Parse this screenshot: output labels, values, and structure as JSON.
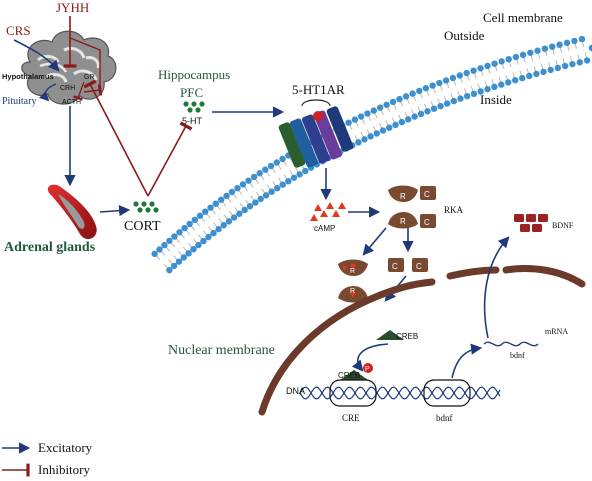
{
  "labels": {
    "jyhh": "JYHH",
    "crs": "CRS",
    "hypothalamus": "Hypothalamus",
    "crh": "CRH",
    "gr": "GR",
    "pituitary": "Pituitary",
    "acth": "ACTH",
    "hippocampus": "Hippocampus",
    "pfc": "PFC",
    "serotonin": "5-HT",
    "cort": "CORT",
    "adrenal": "Adrenal glands",
    "receptor": "5-HT1AR",
    "cell_membrane": "Cell membrane",
    "outside": "Outside",
    "inside": "Inside",
    "camp": "cAMP",
    "pka": "RKA",
    "r": "R",
    "c": "C",
    "bdnf_protein": "BDNF",
    "nuclear_membrane": "Nuclear membrane",
    "creb": "CREB",
    "creb_bound": "CREB",
    "p": "P",
    "dna": "DNA",
    "cre": "CRE",
    "bdnf_gene": "bdnf",
    "bdnf_mrna": "bdnf",
    "mrna": "mRNA"
  },
  "legend": {
    "excitatory": "Excitatory",
    "inhibitory": "Inhibitory"
  },
  "colors": {
    "excitatory": "#1f3a7a",
    "inhibitory": "#8b1a1a",
    "membrane_head": "#3d8fd0",
    "nuclear_membrane": "#6b3a2a",
    "pka_brown": "#7a4a30",
    "bdnf_red": "#9b2222",
    "dots_green": "#1f7a3a",
    "camp_red": "#e03a1e"
  }
}
